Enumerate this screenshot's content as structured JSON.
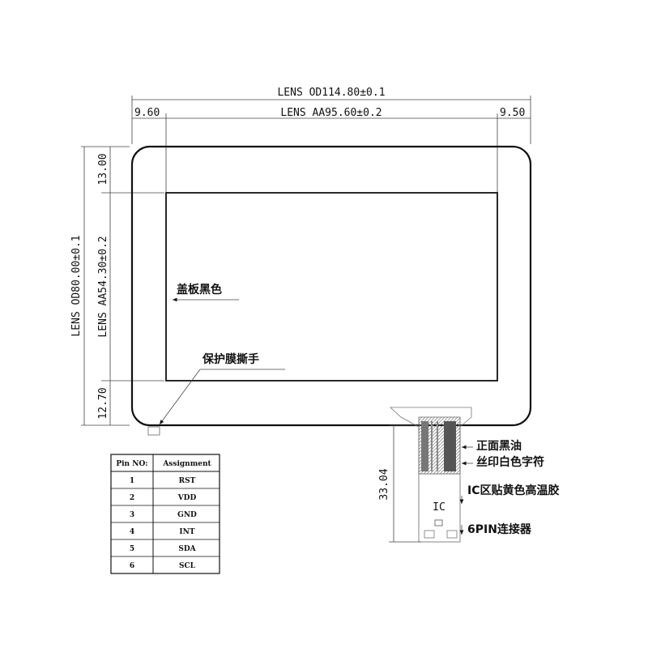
{
  "dimensions": {
    "lens_od_width": "LENS OD114.80±0.1",
    "lens_aa_width": "LENS AA95.60±0.2",
    "left_margin": "9.60",
    "right_margin": "9.50",
    "top_margin": "13.00",
    "bottom_margin": "12.70",
    "lens_od_height": "LENS OD80.00±0.1",
    "lens_aa_height": "LENS AA54.30±0.2",
    "fpc_length": "33.04"
  },
  "callouts": {
    "cover_black": "盖板黑色",
    "protective_film_tab": "保护膜撕手",
    "front_black_ink": "正面黑油",
    "silkscreen_white": "丝印白色字符",
    "ic_tape": "IC区贴黄色高温胶",
    "ic_label": "IC",
    "connector_6pin": "6PIN连接器"
  },
  "pin_table": {
    "headers": [
      "Pin NO:",
      "Assignment"
    ],
    "rows": [
      {
        "pin": "1",
        "signal": "RST"
      },
      {
        "pin": "2",
        "signal": "VDD"
      },
      {
        "pin": "3",
        "signal": "GND"
      },
      {
        "pin": "4",
        "signal": "INT"
      },
      {
        "pin": "5",
        "signal": "SDA"
      },
      {
        "pin": "6",
        "signal": "SCL"
      }
    ]
  }
}
